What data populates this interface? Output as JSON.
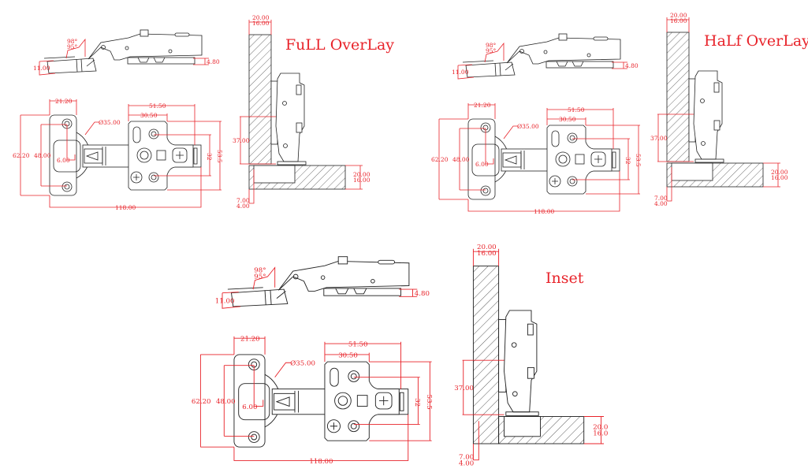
{
  "colors": {
    "dimension": "#e8232a",
    "outline": "#222222"
  },
  "views": [
    {
      "title": "FuLL OverLay",
      "side": {
        "angle_max": "98°",
        "angle_min": "95°",
        "cup_depth": "11.00",
        "plate_height": "4.80"
      },
      "plan": {
        "cup_offset": "21.20",
        "plate_width": "62.20",
        "hole_spacing": "48.00",
        "boring_distance": "6.00",
        "cup_diameter": "Ø35.00",
        "mount_outer": "51.50",
        "mount_inner": "30.50",
        "mount_hole_spacing": "32",
        "mount_height": "53.5",
        "total_length": "118.00"
      },
      "section": {
        "door_max": "20.00",
        "door_min": "16.00",
        "cup_height": "37.00",
        "panel_max": "20.00",
        "panel_min": "16.00",
        "overlay_max": "7.00",
        "overlay_min": "4.00"
      }
    },
    {
      "title": "HaLf OverLay",
      "side": {
        "angle_max": "98°",
        "angle_min": "95°",
        "cup_depth": "11.00",
        "plate_height": "4.80"
      },
      "plan": {
        "cup_offset": "21.20",
        "plate_width": "62.20",
        "hole_spacing": "48.00",
        "boring_distance": "6.00",
        "cup_diameter": "Ø35.00",
        "mount_outer": "51.50",
        "mount_inner": "30.50",
        "mount_hole_spacing": "32",
        "mount_height": "53.5",
        "total_length": "118.00"
      },
      "section": {
        "door_max": "20.00",
        "door_min": "16.00",
        "cup_height": "37.00",
        "panel_max": "20.00",
        "panel_min": "16.00",
        "overlay_max": "7.00",
        "overlay_min": "4.00"
      }
    },
    {
      "title": "Inset",
      "side": {
        "angle_max": "98°",
        "angle_min": "95°",
        "cup_depth": "11.00",
        "plate_height": "4.80"
      },
      "plan": {
        "cup_offset": "21.20",
        "plate_width": "62.20",
        "hole_spacing": "48.00",
        "boring_distance": "6.00",
        "cup_diameter": "Ø35.00",
        "mount_outer": "51.50",
        "mount_inner": "30.50",
        "mount_hole_spacing": "32",
        "mount_height": "53.5",
        "total_length": "118.00"
      },
      "section": {
        "door_max": "20.00",
        "door_min": "16.00",
        "cup_height": "37.00",
        "panel_max": "20.0",
        "panel_min": "16.0",
        "overlay_max": "7.00",
        "overlay_min": "4.00"
      }
    }
  ]
}
